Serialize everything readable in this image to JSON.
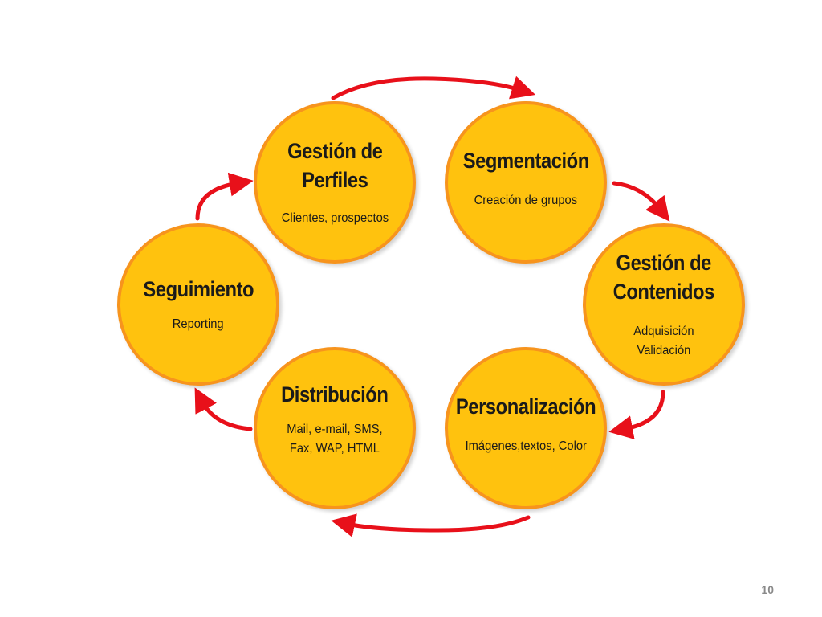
{
  "nodes": {
    "perfiles": {
      "title_line1": "Gestión de",
      "title_line2": "Perfiles",
      "sub_line1": "Clientes, prospectos"
    },
    "segmentacion": {
      "title_line1": "Segmentación",
      "sub_line1": "Creación de grupos"
    },
    "contenidos": {
      "title_line1": "Gestión de",
      "title_line2": "Contenidos",
      "sub_line1": "Adquisición",
      "sub_line2": "Validación"
    },
    "personalizacion": {
      "title_line1": "Personalización",
      "sub_line1": "Imágenes,textos, Color"
    },
    "distribucion": {
      "title_line1": "Distribución",
      "sub_line1": "Mail, e-mail, SMS,",
      "sub_line2": "Fax, WAP, HTML"
    },
    "seguimiento": {
      "title_line1": "Seguimiento",
      "sub_line1": "Reporting"
    }
  },
  "colors": {
    "circle_fill": "#ffc20e",
    "circle_border": "#f7941d",
    "arrow": "#e8101a"
  },
  "page_number": "10"
}
